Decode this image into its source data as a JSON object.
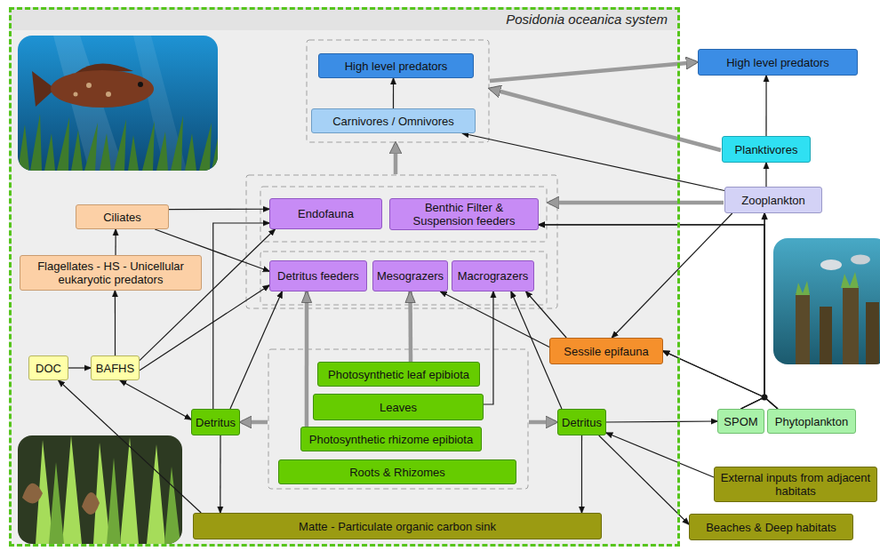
{
  "diagram": {
    "nodes": [
      {
        "text": [
          "Posidonia oceanica system"
        ]
      },
      {
        "text": [
          "High level predators"
        ],
        "in": 0
      },
      {
        "text": [
          "High level predators"
        ]
      },
      {
        "text": [
          "Carnivores / Omnivores"
        ],
        "in": 0
      },
      {
        "text": [
          "Planktivores"
        ]
      },
      {
        "text": [
          "Ciliates"
        ],
        "in": 0
      },
      {
        "text": [
          "Endofauna"
        ],
        "in": 0
      },
      {
        "text": [
          "Benthic Filter & Suspension feeders"
        ],
        "in": 0
      },
      {
        "text": [
          "Zooplankton"
        ]
      },
      {
        "text": [
          "Flagellates - HS - Unicellular eukaryotic predators"
        ],
        "in": 0
      },
      {
        "text": [
          "Detritus feeders"
        ],
        "in": 0
      },
      {
        "text": [
          "Mesograzers"
        ],
        "in": 0
      },
      {
        "text": [
          "Macrograzers"
        ],
        "in": 0
      },
      {
        "text": [
          "Sessile epifauna"
        ],
        "in": 0
      },
      {
        "text": [
          "DOC"
        ],
        "in": 0
      },
      {
        "text": [
          "BAFHS"
        ],
        "in": 0
      },
      {
        "text": [
          "Photosynthetic leaf epibiota"
        ],
        "in": 0
      },
      {
        "text": [
          "Leaves"
        ],
        "in": 0
      },
      {
        "text": [
          "Detritus"
        ],
        "in": 0
      },
      {
        "text": [
          "Detritus"
        ],
        "in": 0
      },
      {
        "text": [
          "SPOM"
        ]
      },
      {
        "text": [
          "Phytoplankton"
        ]
      },
      {
        "text": [
          "Photosynthetic rhizome epibiota"
        ],
        "in": 0
      },
      {
        "text": [
          "Roots & Rhizomes"
        ],
        "in": 0
      },
      {
        "text": [
          "External inputs from adjacent habitats"
        ]
      },
      {
        "text": [
          "Matte - Particulate organic carbon sink"
        ],
        "in": 0
      },
      {
        "text": [
          "Beaches & Deep habitats"
        ]
      }
    ],
    "edges": [
      {
        "from": 3,
        "to": 1,
        "arrow": "to"
      },
      {
        "from": 4,
        "to": 2,
        "arrow": "to"
      },
      {
        "from": 8,
        "to": 4,
        "arrow": "to"
      },
      {
        "from": 8,
        "to": 3,
        "arrow": "to"
      },
      {
        "from": 8,
        "to": 13,
        "arrow": "to"
      },
      {
        "from": 9,
        "to": 5,
        "arrow": "to"
      },
      {
        "from": 5,
        "to": 6,
        "arrow": "to"
      },
      {
        "from": 5,
        "to": 10,
        "arrow": "to"
      },
      {
        "from": 15,
        "to": 9,
        "arrow": "to"
      },
      {
        "from": 15,
        "to": 6,
        "arrow": "to"
      },
      {
        "from": 15,
        "to": 10,
        "arrow": "to"
      },
      {
        "from": 14,
        "to": 15,
        "arrow": "to"
      },
      {
        "from": 15,
        "to": 18,
        "arrow": "both"
      },
      {
        "from": 18,
        "to": 6,
        "arrow": "to"
      },
      {
        "from": 18,
        "to": 10,
        "arrow": "to"
      },
      {
        "from": 18,
        "to": 25,
        "arrow": "to"
      },
      {
        "from": 25,
        "to": 14,
        "arrow": "to"
      },
      {
        "from": 16,
        "to": 11,
        "arrow": "to"
      },
      {
        "from": 17,
        "to": 12,
        "arrow": "to"
      },
      {
        "from": 22,
        "to": 10,
        "arrow": "to"
      },
      {
        "from": 19,
        "to": 12,
        "arrow": "to"
      },
      {
        "from": 13,
        "to": 11,
        "arrow": "to"
      },
      {
        "from": 13,
        "to": 12,
        "arrow": "to"
      },
      {
        "from": 19,
        "to": 20,
        "arrow": "to"
      },
      {
        "from": 20,
        "to": 13,
        "arrow": "to"
      },
      {
        "from": 21,
        "to": 13,
        "arrow": "to"
      },
      {
        "from": 20,
        "to": 7,
        "arrow": "to"
      },
      {
        "from": 21,
        "to": 7,
        "arrow": "to"
      },
      {
        "from": 20,
        "to": 8,
        "arrow": "to"
      },
      {
        "from": 21,
        "to": 8,
        "arrow": "to"
      },
      {
        "from": 24,
        "to": 19,
        "arrow": "to"
      },
      {
        "from": 19,
        "to": 25,
        "arrow": "to"
      },
      {
        "from": 19,
        "to": 26,
        "arrow": "to"
      }
    ]
  }
}
